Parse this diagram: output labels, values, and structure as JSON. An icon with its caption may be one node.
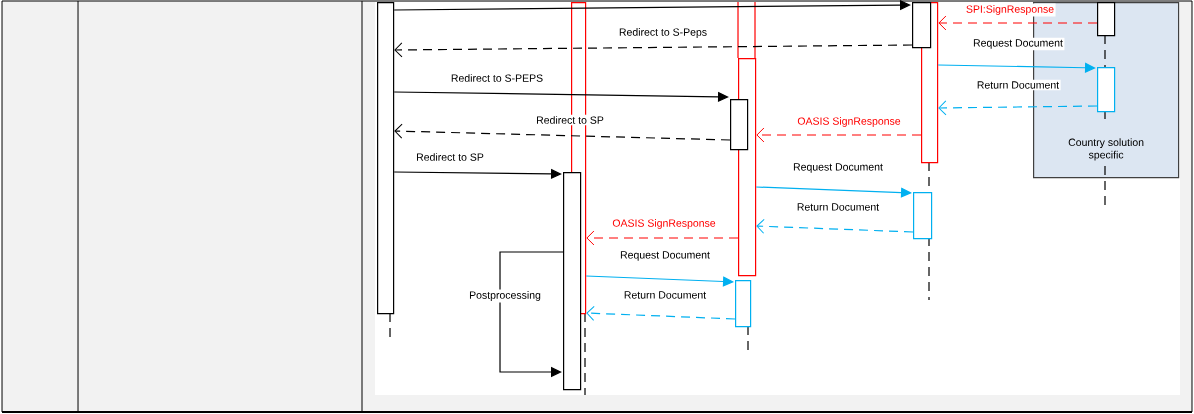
{
  "diagram": {
    "nodes": [
      {
        "text": [],
        "shape": "bar"
      },
      {
        "text": [],
        "shape": "bar"
      },
      {
        "text": [],
        "shape": "bar"
      },
      {
        "text": [],
        "shape": "bar"
      },
      {
        "text": [],
        "shape": "bar"
      },
      {
        "text": [
          "Country solution specific"
        ]
      },
      {
        "text": [],
        "shape": "bar",
        "in": 5
      },
      {
        "text": [],
        "shape": "bar",
        "in": 5
      },
      {
        "text": [],
        "shape": "bar"
      },
      {
        "text": [],
        "shape": "bar"
      },
      {
        "text": [],
        "shape": "bar"
      },
      {
        "text": [],
        "shape": "bar"
      }
    ],
    "edges": [
      {
        "from": 0,
        "to": 4,
        "arrow": "to"
      },
      {
        "from": 6,
        "to": 3,
        "arrow": "to",
        "label": "SPI:SignResponse",
        "style": "dashed",
        "color": "#ff0000"
      },
      {
        "from": 4,
        "to": 0,
        "arrow": "to",
        "label": "Redirect to S-Peps",
        "style": "dashed"
      },
      {
        "from": 3,
        "to": 7,
        "arrow": "to",
        "label": "Request Document",
        "color": "#00b0f0"
      },
      {
        "from": 7,
        "to": 3,
        "arrow": "to",
        "label": "Return Document",
        "style": "dashed",
        "color": "#00b0f0"
      },
      {
        "from": 0,
        "to": 8,
        "arrow": "to",
        "label": "Redirect to S-PEPS"
      },
      {
        "from": 3,
        "to": 2,
        "arrow": "to",
        "label": "OASIS SignResponse",
        "style": "dashed",
        "color": "#ff0000"
      },
      {
        "from": 8,
        "to": 0,
        "arrow": "to",
        "label": "Redirect to SP",
        "style": "dashed"
      },
      {
        "from": 0,
        "to": 9,
        "arrow": "to",
        "label": "Redirect to SP"
      },
      {
        "from": 2,
        "to": 10,
        "arrow": "to",
        "label": "Request Document",
        "color": "#00b0f0"
      },
      {
        "from": 10,
        "to": 2,
        "arrow": "to",
        "label": "Return Document",
        "style": "dashed",
        "color": "#00b0f0"
      },
      {
        "from": 2,
        "to": 1,
        "arrow": "to",
        "label": "OASIS SignResponse",
        "style": "dashed",
        "color": "#ff0000"
      },
      {
        "from": 1,
        "to": 11,
        "arrow": "to",
        "label": "Request Document",
        "color": "#00b0f0"
      },
      {
        "from": 11,
        "to": 1,
        "arrow": "to",
        "label": "Return Document",
        "style": "dashed",
        "color": "#00b0f0"
      },
      {
        "from": 9,
        "to": 9,
        "arrow": "to",
        "label": "Postprocessing"
      }
    ]
  }
}
